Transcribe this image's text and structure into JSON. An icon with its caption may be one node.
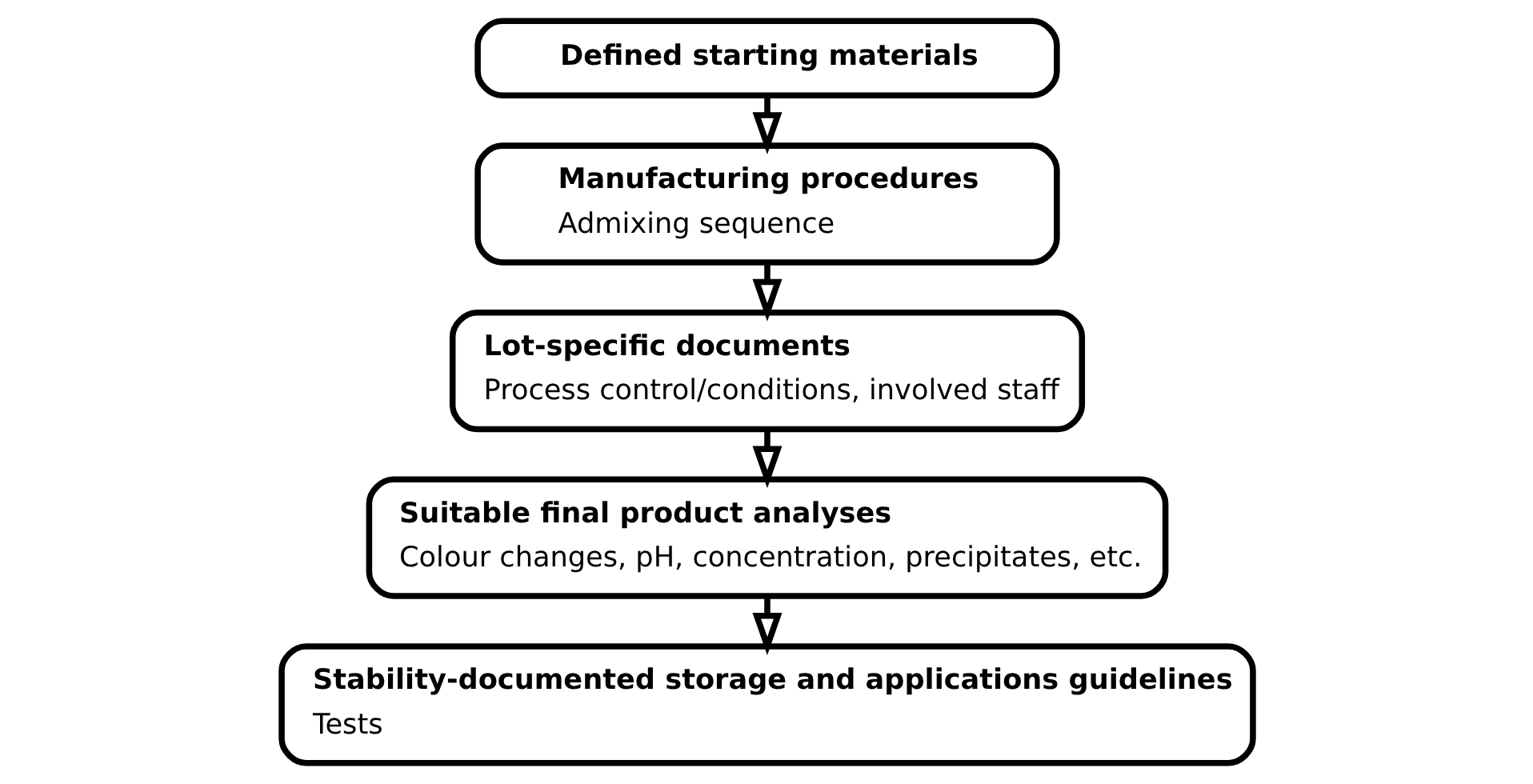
{
  "diagram": {
    "nodes": [
      {
        "text": [
          "Defined starting materials"
        ]
      },
      {
        "text": [
          "Manufacturing procedures",
          "Admixing sequence"
        ]
      },
      {
        "text": [
          "Lot-specific documents",
          "Process control/conditions, involved staff"
        ]
      },
      {
        "text": [
          "Suitable final product analyses",
          "Colour changes, pH, concentration, precipitates, etc."
        ]
      },
      {
        "text": [
          "Stability-documented storage and applications guidelines",
          "Tests"
        ]
      }
    ],
    "edges": [
      {
        "from": 0,
        "to": 1,
        "arrow": "to"
      },
      {
        "from": 1,
        "to": 2,
        "arrow": "to"
      },
      {
        "from": 2,
        "to": 3,
        "arrow": "to"
      },
      {
        "from": 3,
        "to": 4,
        "arrow": "to"
      }
    ]
  }
}
